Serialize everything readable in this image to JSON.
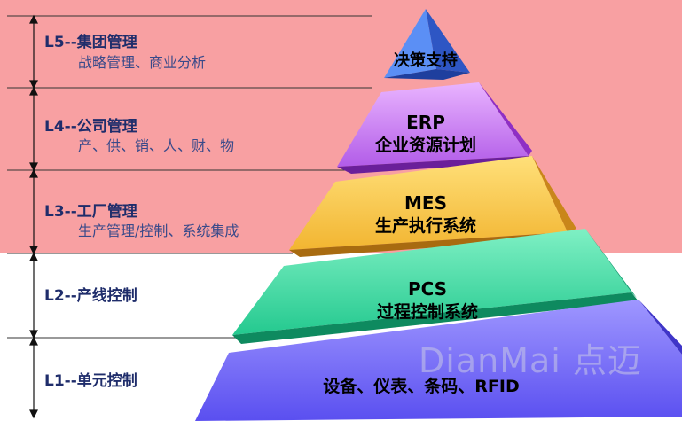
{
  "levels": [
    {
      "id": "L5",
      "title": "L5--集团管理",
      "sub": "战略管理、商业分析"
    },
    {
      "id": "L4",
      "title": "L4--公司管理",
      "sub": "产、供、销、人、财、物"
    },
    {
      "id": "L3",
      "title": "L3--工厂管理",
      "sub": "生产管理/控制、系统集成"
    },
    {
      "id": "L2",
      "title": "L2--产线控制",
      "sub": ""
    },
    {
      "id": "L1",
      "title": "L1--单元控制",
      "sub": ""
    }
  ],
  "pyramid": [
    {
      "line1": "决策支持",
      "line2": ""
    },
    {
      "line1": "ERP",
      "line2": "企业资源计划"
    },
    {
      "line1": "MES",
      "line2": "生产执行系统"
    },
    {
      "line1": "PCS",
      "line2": "过程控制系统"
    },
    {
      "line1": "设备、仪表、条码、RFID",
      "line2": ""
    }
  ],
  "watermark": "DianMai 点迈",
  "colors": {
    "band_pink": "#f8a0a2",
    "title_blue": "#1f2d6b"
  }
}
